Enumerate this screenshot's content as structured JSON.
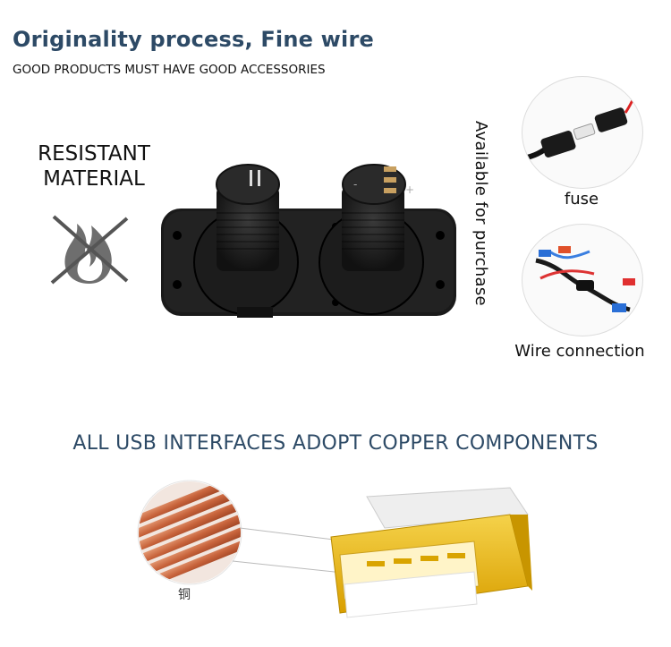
{
  "header": {
    "title": "Originality process, Fine wire",
    "subtitle": "GOOD PRODUCTS MUST HAVE GOOD ACCESSORIES"
  },
  "features": {
    "resistant_line1": "RESISTANT",
    "resistant_line2": "MATERIAL",
    "icon": "no-fire-icon"
  },
  "product": {
    "vertical_label": "Available for purchase",
    "socket_markings": [
      "+",
      "-"
    ]
  },
  "accessories": [
    {
      "label": "fuse",
      "icon": "fuse-photo"
    },
    {
      "label": "Wire connection",
      "icon": "wire-connector-photo"
    }
  ],
  "usb_section": {
    "heading": "ALL USB INTERFACES ADOPT COPPER COMPONENTS",
    "copper_label": "铜"
  },
  "colors": {
    "title_blue": "#2d4a66",
    "copper": "#c8643c",
    "usb_gold": "#e8b400"
  }
}
